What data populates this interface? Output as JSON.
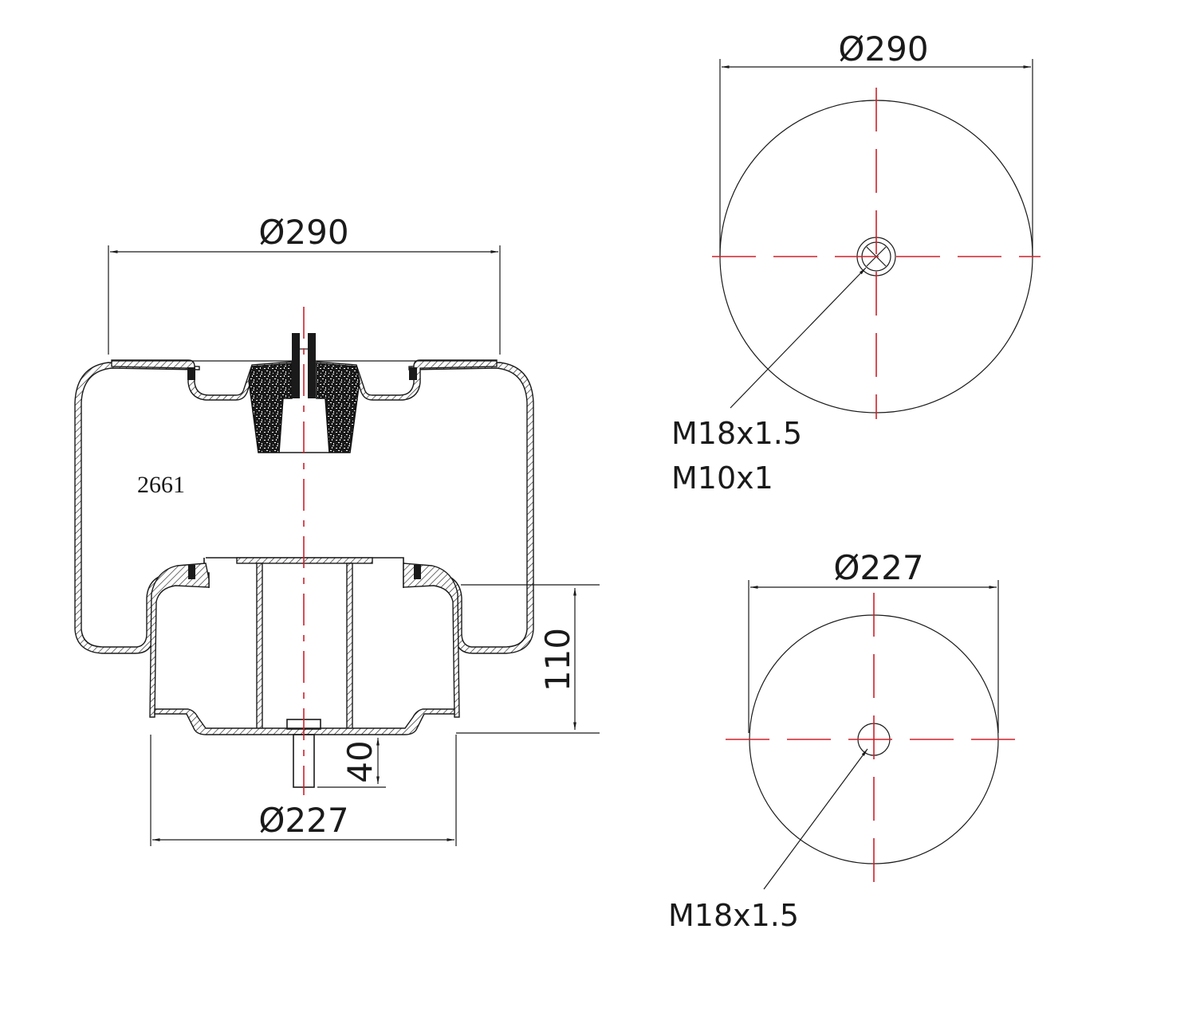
{
  "drawing": {
    "part_number": "2661",
    "side_view": {
      "top_diameter": "Ø290",
      "bottom_diameter": "Ø227",
      "piston_height": "110",
      "stud_length": "40"
    },
    "top_view": {
      "diameter": "Ø290",
      "thread_callouts": [
        "M18x1.5",
        "M10x1"
      ]
    },
    "bottom_view": {
      "diameter": "Ø227",
      "thread_callouts": [
        "M18x1.5"
      ]
    },
    "colors": {
      "line": "#1a1a1a",
      "centerline": "#d0202a",
      "background": "#ffffff"
    }
  }
}
